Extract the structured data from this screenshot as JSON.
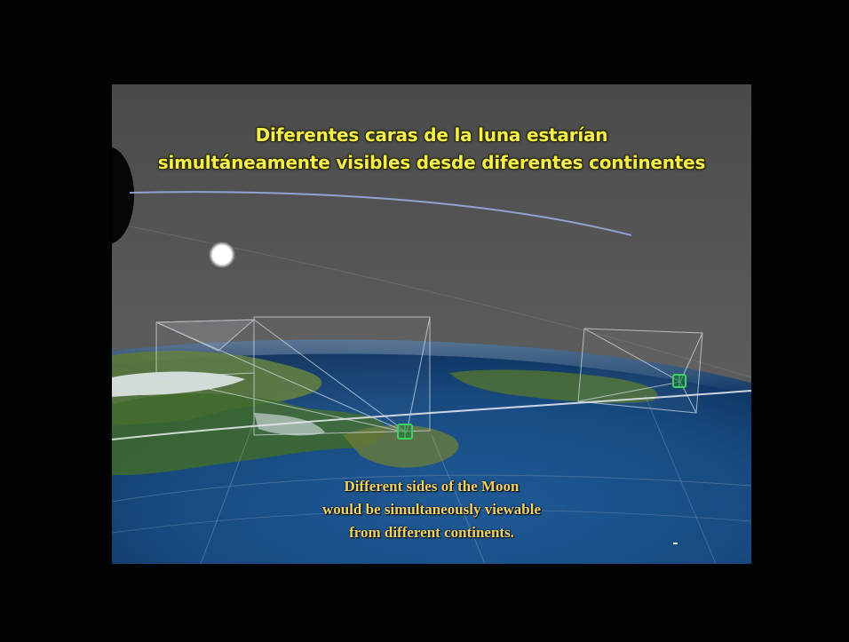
{
  "captions": {
    "spanish": [
      "Diferentes caras de la luna estarían",
      "simultáneamente visibles desde diferentes continentes"
    ],
    "english": [
      "Different sides of the Moon",
      "would be simultaneously viewable",
      "from different continents."
    ]
  },
  "colors": {
    "spanish_caption": "#f6ee4a",
    "english_caption": "#f1d064",
    "sky": "#5b5b5b",
    "ocean": "#1a4f86",
    "projection_frames": "#cfd8e0",
    "observer_markers": "#39c45a",
    "sun": "#ffffff"
  }
}
